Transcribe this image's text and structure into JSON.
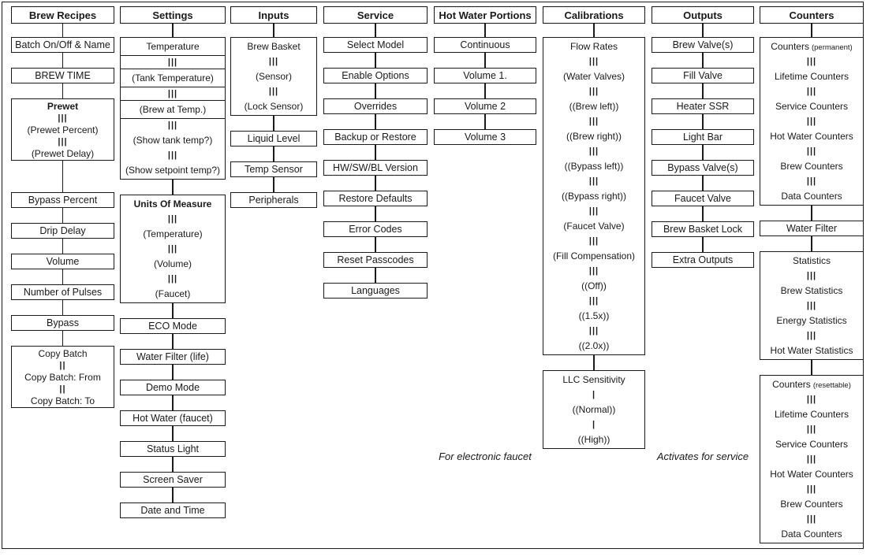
{
  "notes": [
    {
      "text": "For electronic faucet"
    },
    {
      "text": "Activates for service"
    }
  ],
  "columns": [
    {
      "header": "Brew Recipes",
      "nodes": [
        {
          "type": "box",
          "label": "Batch On/Off & Name"
        },
        {
          "type": "box",
          "label": "BREW TIME"
        },
        {
          "type": "group",
          "compact": true,
          "rows": [
            {
              "t": "text",
              "v": "Prewet",
              "bold": true
            },
            {
              "t": "bars",
              "v": "|||"
            },
            {
              "t": "text",
              "v": "(Prewet Percent)"
            },
            {
              "t": "bars",
              "v": "|||"
            },
            {
              "t": "text",
              "v": "(Prewet Delay)"
            }
          ]
        },
        {
          "type": "box",
          "label": "Bypass Percent"
        },
        {
          "type": "box",
          "label": "Drip Delay"
        },
        {
          "type": "box",
          "label": "Volume"
        },
        {
          "type": "box",
          "label": "Number of Pulses"
        },
        {
          "type": "box",
          "label": "Bypass"
        },
        {
          "type": "group",
          "compact": true,
          "rows": [
            {
              "t": "text",
              "v": "Copy Batch"
            },
            {
              "t": "bars",
              "v": "||"
            },
            {
              "t": "text",
              "v": "Copy Batch: From"
            },
            {
              "t": "bars",
              "v": "||"
            },
            {
              "t": "text",
              "v": "Copy Batch: To"
            }
          ]
        }
      ]
    },
    {
      "header": "Settings",
      "nodes": [
        {
          "type": "group",
          "rows": [
            {
              "t": "text",
              "v": "Temperature",
              "sep": true
            },
            {
              "t": "bars",
              "v": "|||",
              "sep": true
            },
            {
              "t": "text",
              "v": "(Tank Temperature)",
              "sep": true
            },
            {
              "t": "bars",
              "v": "|||",
              "sep": true
            },
            {
              "t": "text",
              "v": "(Brew at Temp.)",
              "sep": true
            },
            {
              "t": "bars",
              "v": "|||"
            },
            {
              "t": "text",
              "v": "(Show tank temp?)"
            },
            {
              "t": "bars",
              "v": "|||"
            },
            {
              "t": "text",
              "v": "(Show setpoint temp?)"
            }
          ]
        },
        {
          "type": "group",
          "rows": [
            {
              "t": "text",
              "v": "Units Of Measure",
              "bold": true
            },
            {
              "t": "bars",
              "v": "|||"
            },
            {
              "t": "text",
              "v": "(Temperature)"
            },
            {
              "t": "bars",
              "v": "|||"
            },
            {
              "t": "text",
              "v": "(Volume)"
            },
            {
              "t": "bars",
              "v": "|||"
            },
            {
              "t": "text",
              "v": "(Faucet)"
            }
          ]
        },
        {
          "type": "box",
          "label": "ECO Mode"
        },
        {
          "type": "box",
          "label": "Water Filter (life)"
        },
        {
          "type": "box",
          "label": "Demo Mode"
        },
        {
          "type": "box",
          "label": "Hot Water (faucet)"
        },
        {
          "type": "box",
          "label": "Status Light"
        },
        {
          "type": "box",
          "label": "Screen Saver"
        },
        {
          "type": "box",
          "label": "Date and Time"
        }
      ]
    },
    {
      "header": "Inputs",
      "nodes": [
        {
          "type": "group",
          "rows": [
            {
              "t": "text",
              "v": "Brew Basket"
            },
            {
              "t": "bars",
              "v": "|||"
            },
            {
              "t": "text",
              "v": "(Sensor)"
            },
            {
              "t": "bars",
              "v": "|||"
            },
            {
              "t": "text",
              "v": "(Lock Sensor)"
            }
          ]
        },
        {
          "type": "box",
          "label": "Liquid Level"
        },
        {
          "type": "box",
          "label": "Temp Sensor"
        },
        {
          "type": "box",
          "label": "Peripherals"
        }
      ]
    },
    {
      "header": "Service",
      "nodes": [
        {
          "type": "box",
          "label": "Select Model"
        },
        {
          "type": "box",
          "label": "Enable Options"
        },
        {
          "type": "box",
          "label": "Overrides"
        },
        {
          "type": "box",
          "label": "Backup or Restore"
        },
        {
          "type": "box",
          "label": "HW/SW/BL Version"
        },
        {
          "type": "box",
          "label": "Restore Defaults"
        },
        {
          "type": "box",
          "label": "Error Codes"
        },
        {
          "type": "box",
          "label": "Reset Passcodes"
        },
        {
          "type": "box",
          "label": "Languages"
        }
      ]
    },
    {
      "header": "Hot Water Portions",
      "nodes": [
        {
          "type": "box",
          "label": "Continuous"
        },
        {
          "type": "box",
          "label": "Volume 1."
        },
        {
          "type": "box",
          "label": "Volume 2"
        },
        {
          "type": "box",
          "label": "Volume 3"
        }
      ]
    },
    {
      "header": "Calibrations",
      "nodes": [
        {
          "type": "group",
          "rows": [
            {
              "t": "text",
              "v": "Flow Rates"
            },
            {
              "t": "bars",
              "v": "|||"
            },
            {
              "t": "text",
              "v": "(Water Valves)"
            },
            {
              "t": "bars",
              "v": "|||"
            },
            {
              "t": "text",
              "v": "((Brew left))"
            },
            {
              "t": "bars",
              "v": "|||"
            },
            {
              "t": "text",
              "v": "((Brew right))"
            },
            {
              "t": "bars",
              "v": "|||"
            },
            {
              "t": "text",
              "v": "((Bypass left))"
            },
            {
              "t": "bars",
              "v": "|||"
            },
            {
              "t": "text",
              "v": "((Bypass right))"
            },
            {
              "t": "bars",
              "v": "|||"
            },
            {
              "t": "text",
              "v": "(Faucet Valve)"
            },
            {
              "t": "bars",
              "v": "|||"
            },
            {
              "t": "text",
              "v": "(Fill Compensation)"
            },
            {
              "t": "bars",
              "v": "|||"
            },
            {
              "t": "text",
              "v": "((Off))"
            },
            {
              "t": "bars",
              "v": "|||"
            },
            {
              "t": "text",
              "v": "((1.5x))"
            },
            {
              "t": "bars",
              "v": "|||"
            },
            {
              "t": "text",
              "v": "((2.0x))"
            }
          ]
        },
        {
          "type": "group",
          "rows": [
            {
              "t": "text",
              "v": "LLC Sensitivity"
            },
            {
              "t": "bars",
              "v": "|"
            },
            {
              "t": "text",
              "v": "((Normal))"
            },
            {
              "t": "bars",
              "v": "|"
            },
            {
              "t": "text",
              "v": "((High))"
            }
          ]
        }
      ]
    },
    {
      "header": "Outputs",
      "nodes": [
        {
          "type": "box",
          "label": "Brew Valve(s)"
        },
        {
          "type": "box",
          "label": "Fill Valve"
        },
        {
          "type": "box",
          "label": "Heater SSR"
        },
        {
          "type": "box",
          "label": "Light Bar"
        },
        {
          "type": "box",
          "label": "Bypass Valve(s)"
        },
        {
          "type": "box",
          "label": "Faucet Valve"
        },
        {
          "type": "box",
          "label": "Brew Basket Lock"
        },
        {
          "type": "box",
          "label": "Extra Outputs"
        }
      ]
    },
    {
      "header": "Counters",
      "nodes": [
        {
          "type": "group",
          "rows": [
            {
              "t": "text",
              "v": "Counters",
              "suffix": "(permanent)"
            },
            {
              "t": "bars",
              "v": "|||"
            },
            {
              "t": "text",
              "v": "Lifetime Counters"
            },
            {
              "t": "bars",
              "v": "|||"
            },
            {
              "t": "text",
              "v": "Service Counters"
            },
            {
              "t": "bars",
              "v": "|||"
            },
            {
              "t": "text",
              "v": "Hot Water Counters"
            },
            {
              "t": "bars",
              "v": "|||"
            },
            {
              "t": "text",
              "v": "Brew Counters"
            },
            {
              "t": "bars",
              "v": "|||"
            },
            {
              "t": "text",
              "v": "Data Counters"
            }
          ]
        },
        {
          "type": "box",
          "label": "Water Filter"
        },
        {
          "type": "group",
          "rows": [
            {
              "t": "text",
              "v": "Statistics"
            },
            {
              "t": "bars",
              "v": "|||"
            },
            {
              "t": "text",
              "v": "Brew Statistics"
            },
            {
              "t": "bars",
              "v": "|||"
            },
            {
              "t": "text",
              "v": "Energy Statistics"
            },
            {
              "t": "bars",
              "v": "|||"
            },
            {
              "t": "text",
              "v": "Hot Water Statistics"
            }
          ]
        },
        {
          "type": "group",
          "rows": [
            {
              "t": "text",
              "v": "Counters",
              "suffix": "(resettable)"
            },
            {
              "t": "bars",
              "v": "|||"
            },
            {
              "t": "text",
              "v": "Lifetime Counters"
            },
            {
              "t": "bars",
              "v": "|||"
            },
            {
              "t": "text",
              "v": "Service Counters"
            },
            {
              "t": "bars",
              "v": "|||"
            },
            {
              "t": "text",
              "v": "Hot Water Counters"
            },
            {
              "t": "bars",
              "v": "|||"
            },
            {
              "t": "text",
              "v": "Brew Counters"
            },
            {
              "t": "bars",
              "v": "|||"
            },
            {
              "t": "text",
              "v": "Data Counters"
            }
          ]
        }
      ]
    }
  ]
}
